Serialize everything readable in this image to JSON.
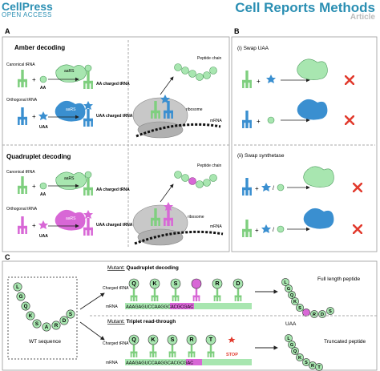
{
  "header": {
    "publisher": "CellPress",
    "access": "OPEN ACCESS",
    "journal": "Cell Reports Methods",
    "article_type": "Article"
  },
  "colors": {
    "trna_green": "#7fcf7f",
    "trna_blue": "#3a8fd0",
    "trna_pink": "#d867d6",
    "light_green": "#a8e6b0",
    "red_x": "#e23b2e",
    "gray_ribosome": "#c8c8c8"
  },
  "panel_a": {
    "label": "A",
    "amber": {
      "title": "Amber decoding",
      "canonical_trna": "Canonical tRNA",
      "orthogonal_trna": "Orthogonal tRNA",
      "aars": "aaRS",
      "aa": "AA",
      "uaa": "UAA",
      "aa_charged": "AA charged tRNA",
      "uaa_charged": "UAA charged tRNA",
      "peptide_chain": "Peptide chain",
      "ribosome": "ribosome",
      "mrna": "mRNA"
    },
    "quad": {
      "title": "Quadruplet decoding",
      "canonical_trna": "Canonical tRNA",
      "orthogonal_trna": "Orthogonal tRNA",
      "aars": "aaRS",
      "aa": "AA",
      "uaa": "UAA",
      "aa_charged": "AA charged tRNA",
      "uaa_charged": "UAA charged tRNA",
      "peptide_chain": "Peptide chain",
      "ribosome": "ribosome",
      "mrna": "mRNA"
    }
  },
  "panel_b": {
    "label": "B",
    "swap_uaa": "(i) Swap UAA",
    "swap_synthetase": "(ii) Swap synthetase"
  },
  "panel_c": {
    "label": "C",
    "wt_sequence": "WT sequence",
    "wt_letters": [
      "L",
      "G",
      "Q",
      "K",
      "S",
      "A",
      "R",
      "D",
      "S"
    ],
    "mutant_label": "Mutant:",
    "quad_title": "Quadruplet decoding",
    "triplet_title": "Triplet read-through",
    "charged_trna": "Charged tRNA",
    "mrna": "mRNA",
    "quad_letters": [
      "Q",
      "K",
      "S",
      "",
      "R",
      "D"
    ],
    "quad_mrna": "AAAGAGUCCAAGGCACGCGAC",
    "trip_letters": [
      "Q",
      "K",
      "S",
      "R",
      "T"
    ],
    "trip_mrna": "AAAGAGUCCAAGGCACGCGAC",
    "stop": "STOP",
    "full_length": "Full length peptide",
    "uaa": "UAA",
    "truncated": "Truncated peptide",
    "full_letters": [
      "L",
      "G",
      "Q",
      "K",
      "S",
      "",
      "R",
      "D",
      "S"
    ],
    "trunc_letters": [
      "L",
      "G",
      "Q",
      "K",
      "S",
      "R",
      "T"
    ]
  }
}
